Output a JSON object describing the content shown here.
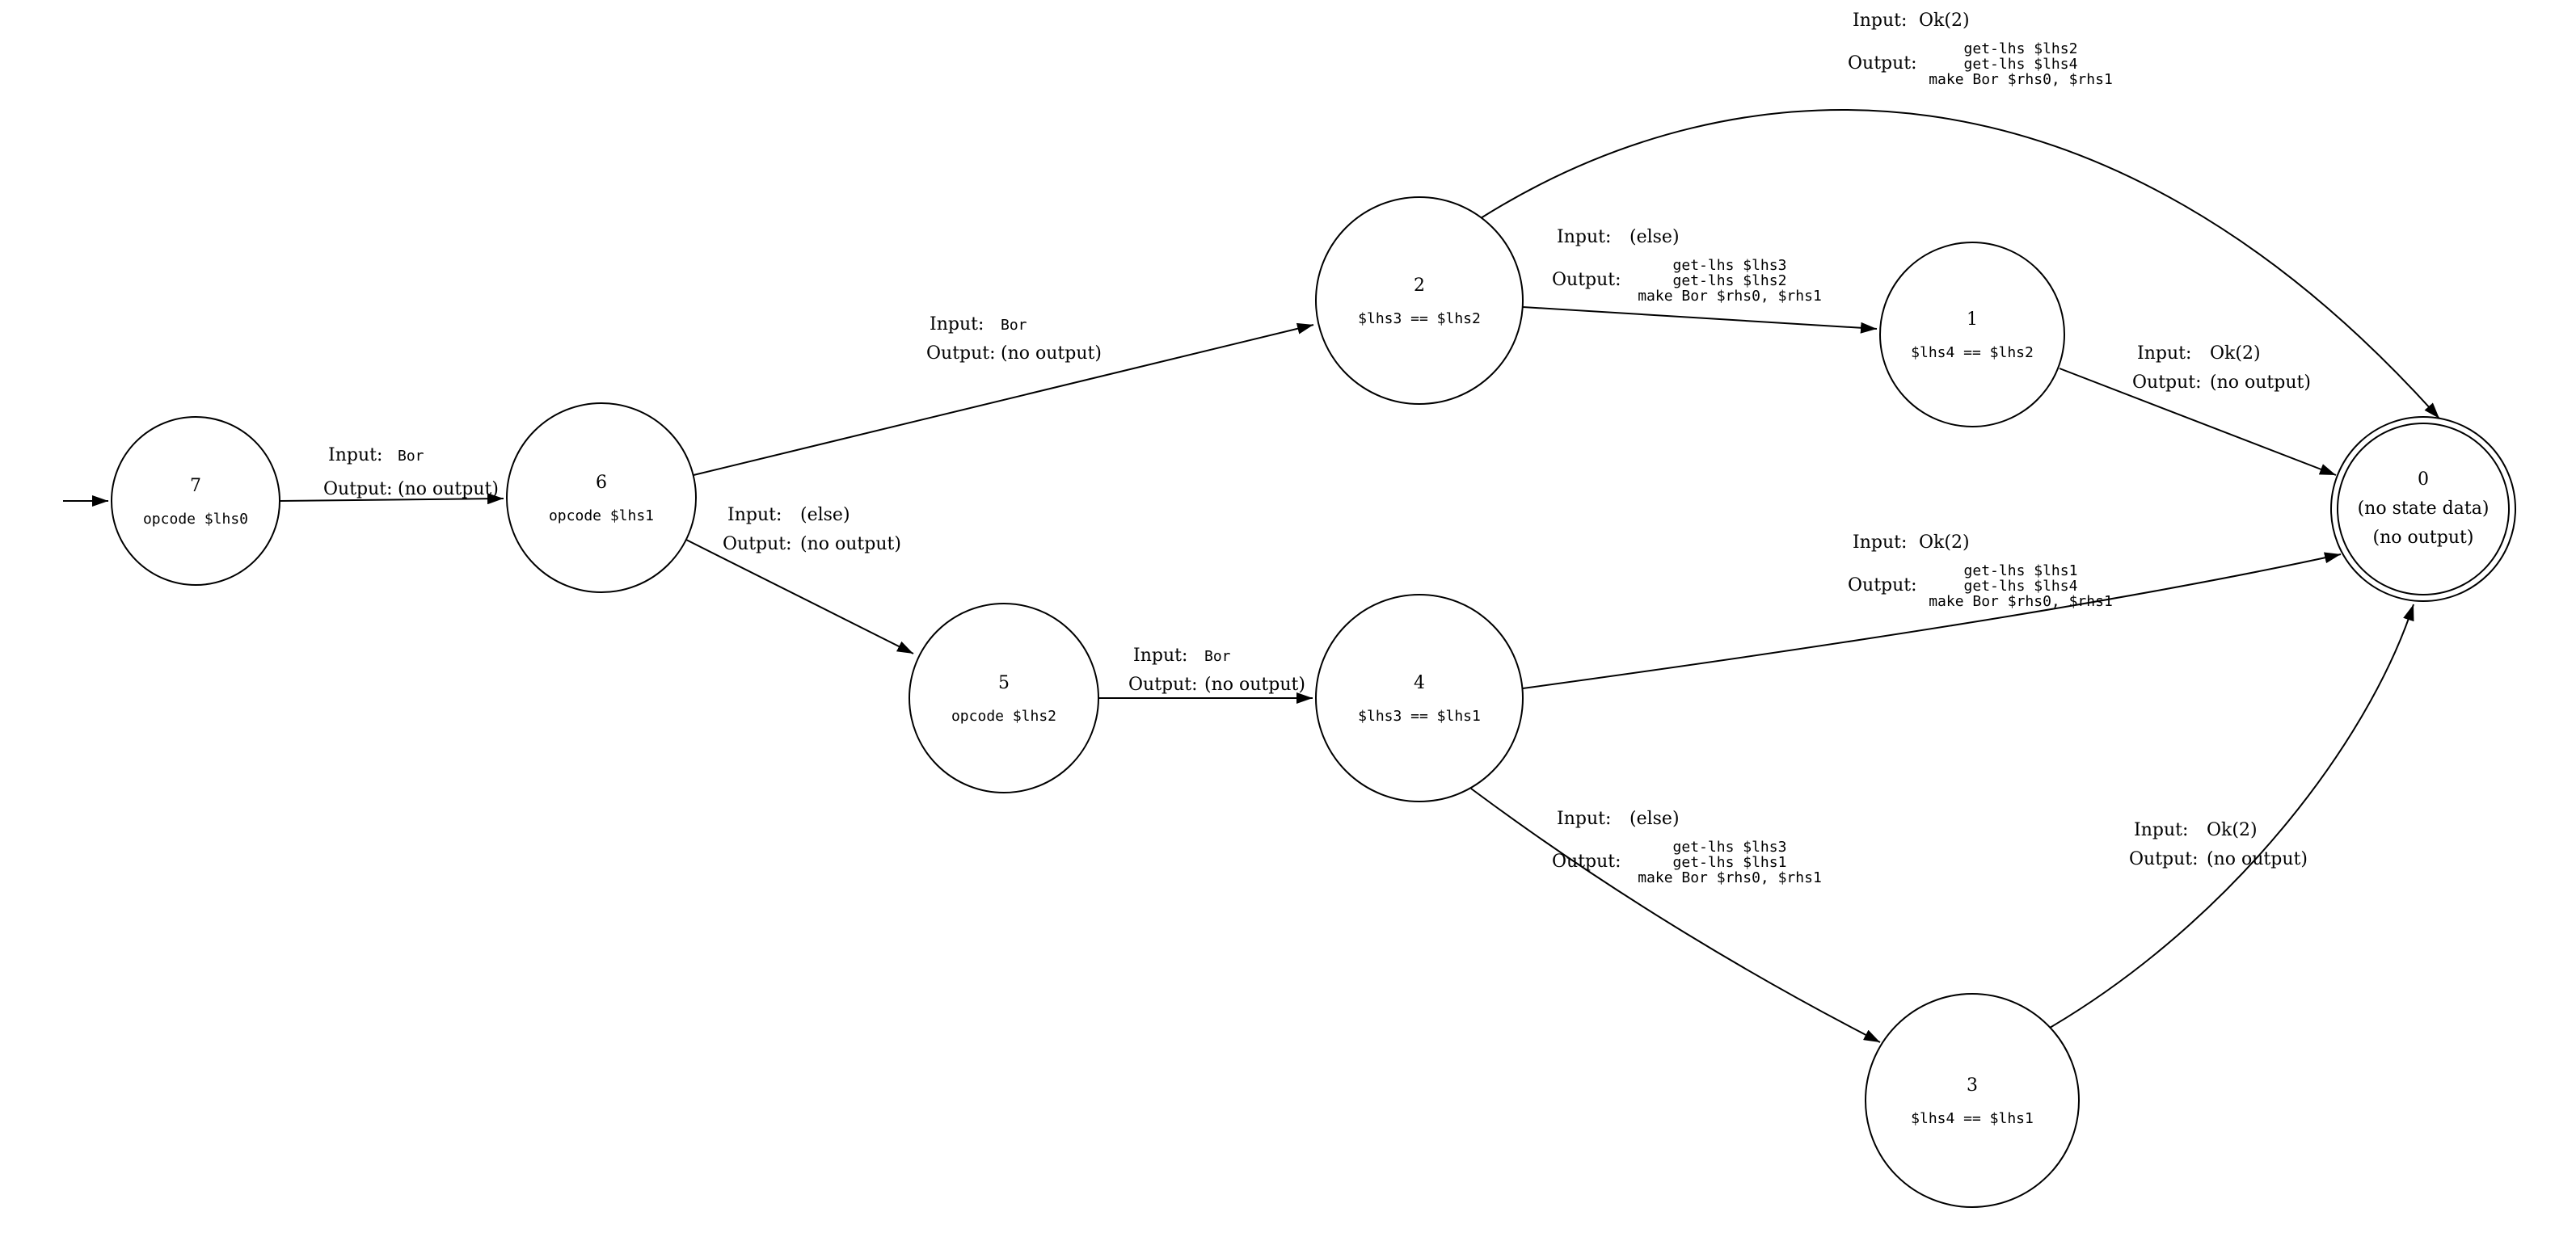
{
  "diagram": {
    "type": "state-machine",
    "colors": {
      "line": "#000000",
      "node_fill": "#ffffff",
      "background": "#ffffff"
    },
    "labels": {
      "input": "Input:",
      "output": "Output:"
    },
    "nodes": {
      "n7": {
        "id": "7",
        "data": "opcode $lhs0"
      },
      "n6": {
        "id": "6",
        "data": "opcode $lhs1"
      },
      "n5": {
        "id": "5",
        "data": "opcode $lhs2"
      },
      "n2": {
        "id": "2",
        "data": "$lhs3 == $lhs2"
      },
      "n4": {
        "id": "4",
        "data": "$lhs3 == $lhs1"
      },
      "n1": {
        "id": "1",
        "data": "$lhs4 == $lhs2"
      },
      "n3": {
        "id": "3",
        "data": "$lhs4 == $lhs1"
      },
      "n0": {
        "id": "0",
        "line1": "(no state data)",
        "line2": "(no output)",
        "accepting": true
      }
    },
    "edges": {
      "e7_6": {
        "from": "7",
        "to": "6",
        "input": "Bor",
        "output": "(no output)"
      },
      "e6_2": {
        "from": "6",
        "to": "2",
        "input": "Bor",
        "output": "(no output)"
      },
      "e6_5": {
        "from": "6",
        "to": "5",
        "input": "(else)",
        "output": "(no output)"
      },
      "e5_4": {
        "from": "5",
        "to": "4",
        "input": "Bor",
        "output": "(no output)"
      },
      "e2_0": {
        "from": "2",
        "to": "0",
        "input": "Ok(2)",
        "output_lines": [
          "get-lhs $lhs2",
          "get-lhs $lhs4",
          "make Bor $rhs0, $rhs1"
        ]
      },
      "e2_1": {
        "from": "2",
        "to": "1",
        "input": "(else)",
        "output_lines": [
          "get-lhs $lhs3",
          "get-lhs $lhs2",
          "make Bor $rhs0, $rhs1"
        ]
      },
      "e1_0": {
        "from": "1",
        "to": "0",
        "input": "Ok(2)",
        "output": "(no output)"
      },
      "e4_0": {
        "from": "4",
        "to": "0",
        "input": "Ok(2)",
        "output_lines": [
          "get-lhs $lhs1",
          "get-lhs $lhs4",
          "make Bor $rhs0, $rhs1"
        ]
      },
      "e4_3": {
        "from": "4",
        "to": "3",
        "input": "(else)",
        "output_lines": [
          "get-lhs $lhs3",
          "get-lhs $lhs1",
          "make Bor $rhs0, $rhs1"
        ]
      },
      "e3_0": {
        "from": "3",
        "to": "0",
        "input": "Ok(2)",
        "output": "(no output)"
      }
    }
  }
}
